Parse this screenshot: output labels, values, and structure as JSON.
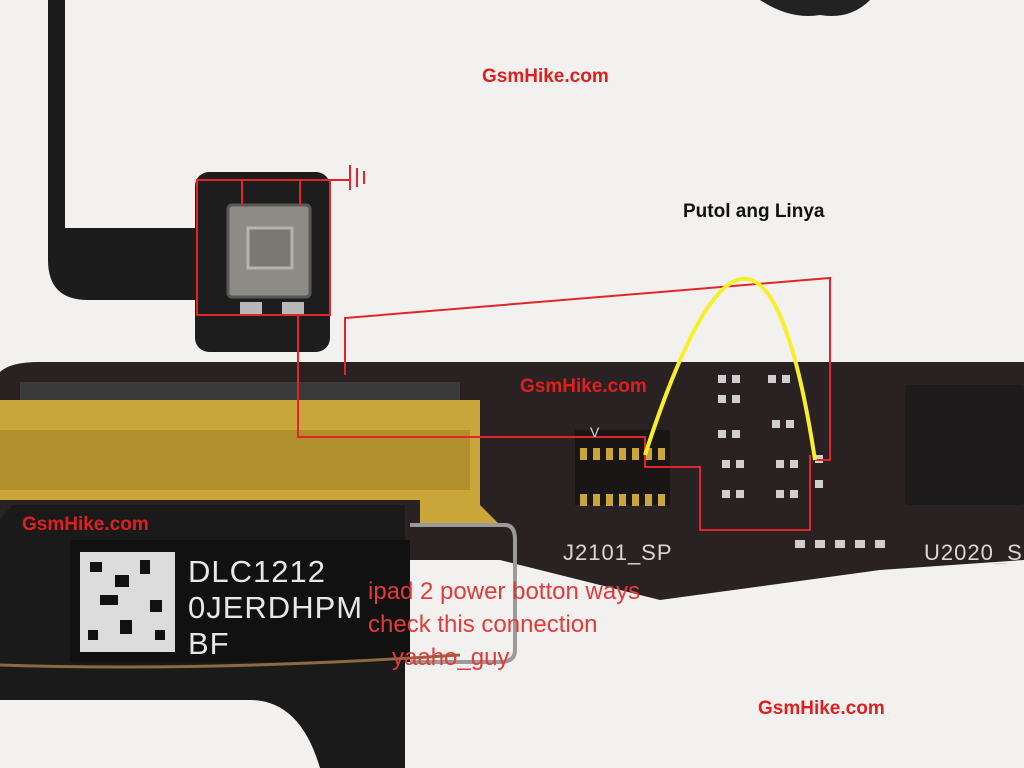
{
  "watermarks": [
    "GsmHike.com",
    "GsmHike.com",
    "GsmHike.com",
    "GsmHike.com"
  ],
  "annotation_top": "Putol ang Linya",
  "annotation_bottom": {
    "line1": "ipad 2 power botton ways",
    "line2": "check this connection",
    "line3": "yaaho_guy"
  },
  "silkscreen": {
    "connector": "J2101_SP",
    "chip": "U2020_S",
    "pin_mark": "V"
  },
  "cable_label": {
    "line1": "DLC1212",
    "line2": "0JERDHPM",
    "line3": "BF"
  },
  "colors": {
    "wire_red": "#e0262a",
    "wire_yellow": "#f5f02a",
    "pcb": "#2a2222",
    "flex": "#1c1c1c",
    "gold": "#c9a53a"
  }
}
